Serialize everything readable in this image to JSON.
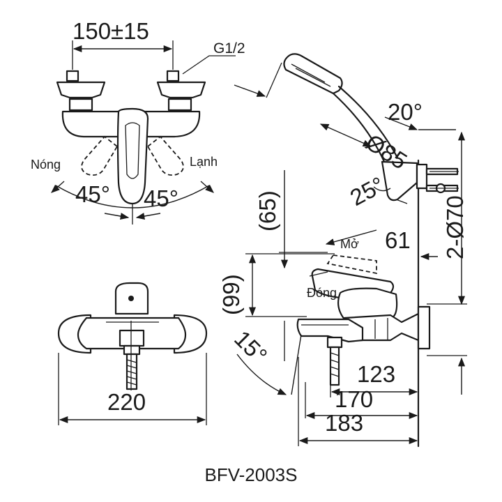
{
  "model_code": "BFV-2003S",
  "labels": {
    "hot": "Nóng",
    "cold": "Lạnh",
    "open": "Mở",
    "close": "Đóng"
  },
  "dimensions": {
    "inlet_spacing": "150±15",
    "thread": "G1/2",
    "angle_left": "45°",
    "angle_right": "45°",
    "width_total": "220",
    "shower_head_angle": "20°",
    "shower_head_diameter": "Ø85",
    "holder_angle": "25°",
    "hose_size": "2-Ø70",
    "handle_clearance": "(65)",
    "height_61": "61",
    "handle_height": "(99)",
    "spout_angle": "15°",
    "depth_123": "123",
    "depth_170": "170",
    "depth_183": "183"
  }
}
